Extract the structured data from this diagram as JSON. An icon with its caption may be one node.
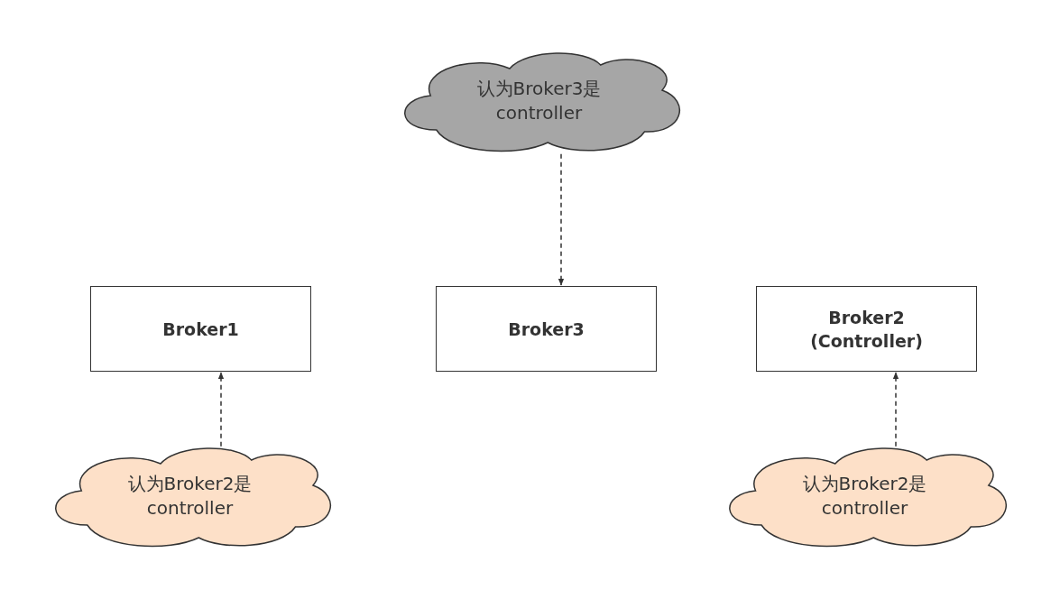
{
  "diagram": {
    "nodes": [
      {
        "text": [
          "认为Broker3是controller"
        ]
      },
      {
        "text": [
          "Broker1"
        ]
      },
      {
        "text": [
          "Broker3"
        ]
      },
      {
        "text": [
          "Broker2 (Controller)"
        ]
      },
      {
        "text": [
          "认为Broker2是controller"
        ]
      },
      {
        "text": [
          "认为Broker2是controller"
        ]
      }
    ],
    "edges": [
      {
        "from": 0,
        "to": 2,
        "arrow": "to",
        "style": "dashed"
      },
      {
        "from": 4,
        "to": 1,
        "arrow": "to",
        "style": "dashed"
      },
      {
        "from": 5,
        "to": 3,
        "arrow": "to",
        "style": "dashed"
      }
    ]
  }
}
